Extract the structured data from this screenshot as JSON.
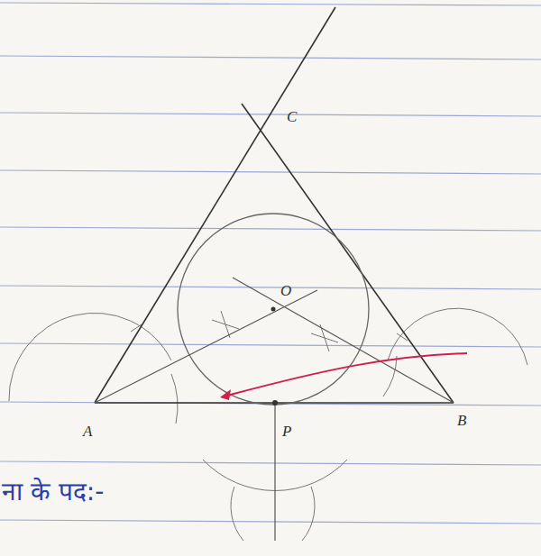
{
  "diagram": {
    "labels": [
      "C",
      "O",
      "A",
      "P",
      "B",
      "ना के पद:-"
    ]
  }
}
